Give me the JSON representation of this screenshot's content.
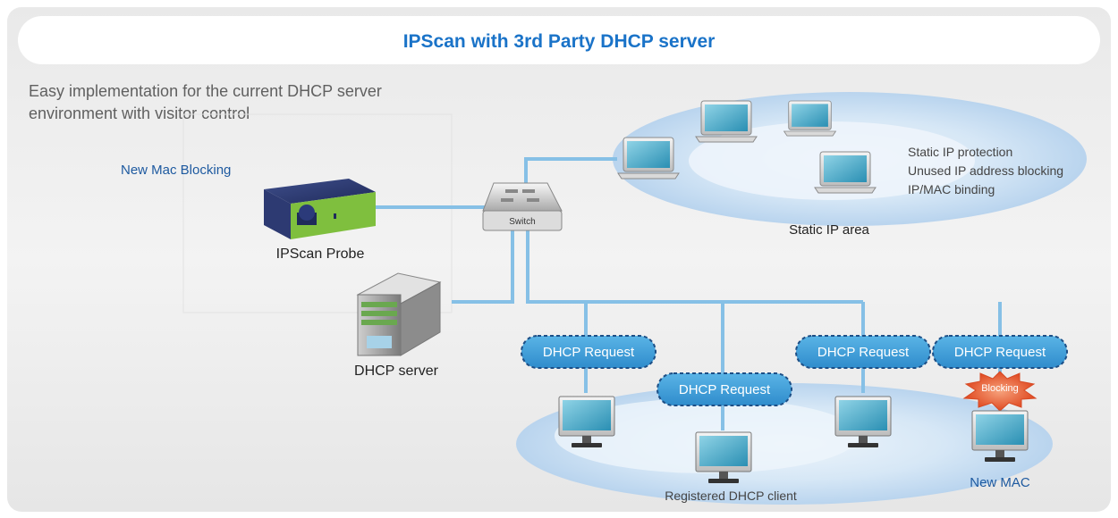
{
  "title": "IPScan with 3rd Party DHCP server",
  "subtitle_lines": [
    "Easy implementation for the current DHCP server",
    "environment with visitor control"
  ],
  "probe": {
    "feature": "New Mac Blocking",
    "label": "IPScan Probe"
  },
  "switch_label": "Switch",
  "dhcp_server_label": "DHCP server",
  "static_area": {
    "label": "Static IP area",
    "features": [
      "Static IP protection",
      "Unused IP address blocking",
      "IP/MAC binding"
    ]
  },
  "dhcp_request_label": "DHCP Request",
  "blocking_label": "Blocking",
  "registered_label": "Registered DHCP client",
  "new_mac_label": "New MAC",
  "colors": {
    "title": "#1a73c8",
    "link_blue": "#1e5aa0",
    "cable": "#86c0e6",
    "bubble": "#3b9bd3",
    "blocking": "#e8522a",
    "ellipse": "#c9def2",
    "background": "#ececec"
  },
  "icons": [
    "probe-appliance-icon",
    "switch-icon",
    "server-tower-icon",
    "laptop-icon",
    "desktop-monitor-icon",
    "starburst-icon"
  ]
}
